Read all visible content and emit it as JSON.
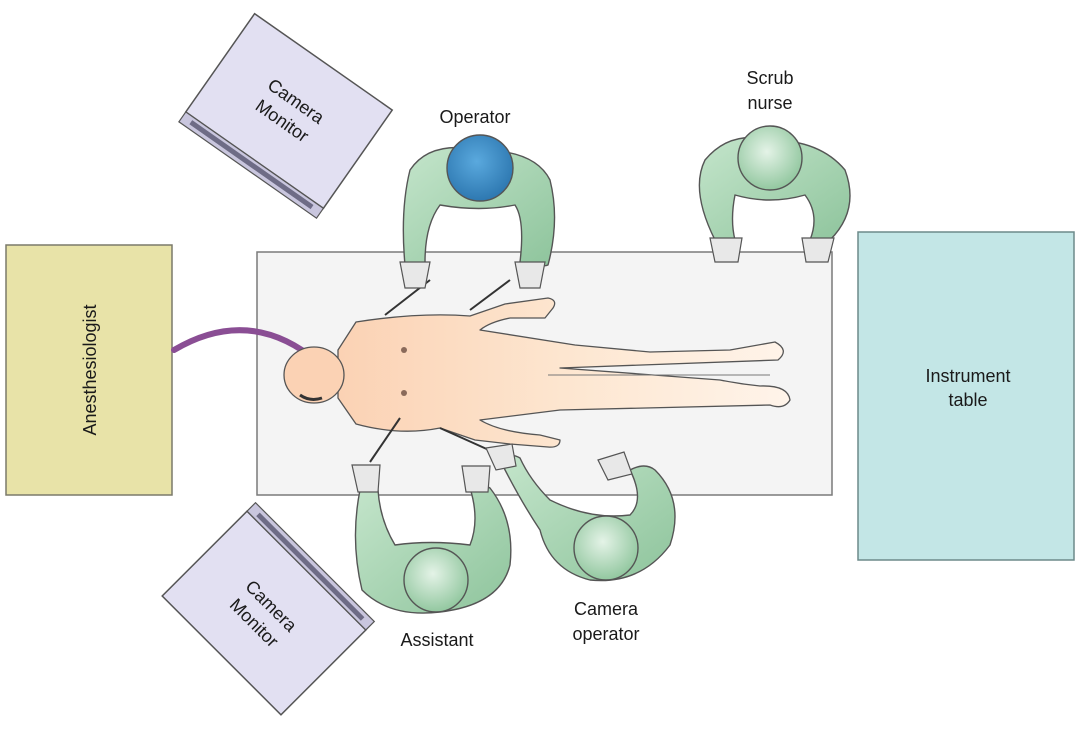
{
  "labels": {
    "camera_monitor_top_line1": "Camera",
    "camera_monitor_top_line2": "Monitor",
    "camera_monitor_bottom_line1": "Camera",
    "camera_monitor_bottom_line2": "Monitor",
    "operator": "Operator",
    "scrub_nurse_line1": "Scrub",
    "scrub_nurse_line2": "nurse",
    "anesthesiologist": "Anesthesiologist",
    "instrument_table_line1": "Instrument",
    "instrument_table_line2": "table",
    "assistant": "Assistant",
    "camera_operator_line1": "Camera",
    "camera_operator_line2": "operator"
  },
  "colors": {
    "anesthesiologist_box": "#e8e3a8",
    "instrument_table": "#c3e6e6",
    "camera_monitor": "#e2e0f2",
    "operating_table": "#f4f4f4",
    "staff_gown": "#a9d4b4",
    "operator_cap": "#3d8fc6",
    "patient_skin": "#fde2c6",
    "anesthesia_tube": "#8a4e94"
  }
}
